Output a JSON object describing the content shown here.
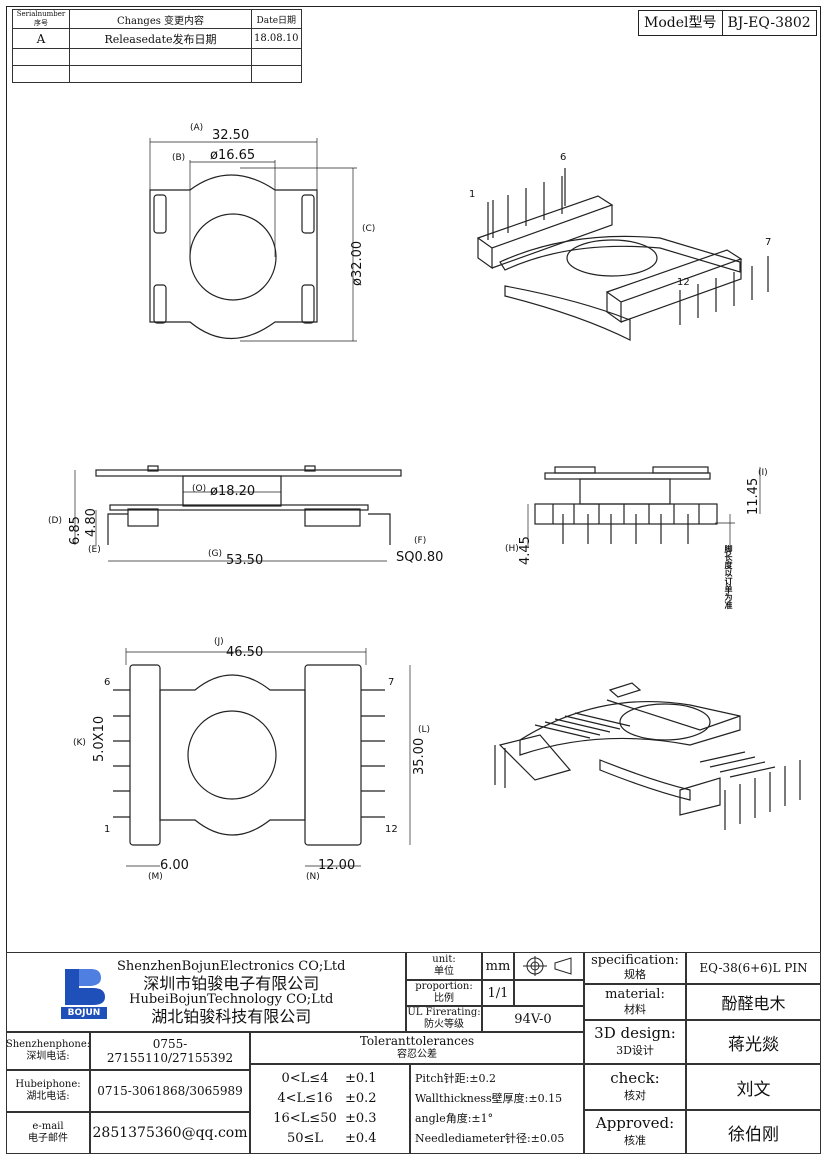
{
  "revision_table": {
    "headers": [
      "Serialnumber序号",
      "Changes 变更内容",
      "Date日期"
    ],
    "rows": [
      [
        "A",
        "Releasedate发布日期",
        "18.08.10"
      ],
      [
        "",
        "",
        ""
      ],
      [
        "",
        "",
        ""
      ]
    ]
  },
  "model": {
    "label": "Model型号",
    "value": "BJ-EQ-3802"
  },
  "top_view": {
    "dim_a_tag": "(A)",
    "dim_a": "32.50",
    "dim_b_tag": "(B)",
    "dim_b": "ø16.65",
    "dim_c_tag": "(C)",
    "dim_c": "ø32.00"
  },
  "iso_view_1": {
    "pin_first": "1",
    "pin_6": "6",
    "pin_7": "7",
    "pin_12": "12"
  },
  "front_view": {
    "dim_o_tag": "(O)",
    "dim_o": "ø18.20",
    "dim_d_tag": "(D)",
    "dim_d": "6.85",
    "dim_e_tag": "(E)",
    "dim_e": "4.80",
    "dim_g_tag": "(G)",
    "dim_g": "53.50",
    "dim_f_tag": "(F)",
    "dim_f": "SQ0.80"
  },
  "side_view": {
    "dim_i_tag": "(I)",
    "dim_i": "11.45",
    "dim_h_tag": "(H)",
    "dim_h": "4.45",
    "note": "脚长度以订单为准"
  },
  "bottom_view": {
    "dim_j_tag": "(J)",
    "dim_j": "46.50",
    "dim_k_tag": "(K)",
    "dim_k": "5.0X10",
    "dim_l_tag": "(L)",
    "dim_l": "35.00",
    "dim_m_tag": "(M)",
    "dim_m": "6.00",
    "dim_n_tag": "(N)",
    "dim_n": "12.00",
    "pin_6": "6",
    "pin_1": "1",
    "pin_7": "7",
    "pin_12": "12"
  },
  "company": {
    "logo_text": "BOJUN",
    "name_en_1": "ShenzhenBojunElectronics CO;Ltd",
    "name_cn_1": "深圳市铂骏电子有限公司",
    "name_en_2": "HubeiBojunTechnology CO;Ltd",
    "name_cn_2": "湖北铂骏科技有限公司"
  },
  "units": {
    "unit_label_en": "unit:",
    "unit_label_cn": "单位",
    "unit_value": "mm",
    "proportion_label_en": "proportion:",
    "proportion_label_cn": "比例",
    "proportion_value": "1/1",
    "ul_label_en": "UL Firerating:",
    "ul_label_cn": "防火等级",
    "ul_value": "94V-0"
  },
  "contacts": [
    {
      "label_en": "Shenzhenphone:",
      "label_cn": "深圳电话:",
      "value": "0755-27155110/27155392"
    },
    {
      "label_en": "Hubeiphone:",
      "label_cn": "湖北电话:",
      "value": "0715-3061868/3065989"
    },
    {
      "label_en": "e-mail",
      "label_cn": "电子邮件",
      "value": "2851375360@qq.com"
    }
  ],
  "tolerances": {
    "title_en": "Toleranttolerances",
    "title_cn": "容忍公差",
    "ranges": [
      [
        "0<L≤4",
        "±0.1"
      ],
      [
        "4<L≤16",
        "±0.2"
      ],
      [
        "16<L≤50",
        "±0.3"
      ],
      [
        "50≤L",
        "±0.4"
      ]
    ],
    "notes": [
      "Pitch针距:±0.2",
      "Wallthickness壁厚度:±0.15",
      "angle角度:±1°",
      "Needlediameter针径:±0.05"
    ]
  },
  "approvals": [
    {
      "label_en": "specification:",
      "label_cn": "规格",
      "value": "EQ-38(6+6)L PIN"
    },
    {
      "label_en": "material:",
      "label_cn": "材料",
      "value": "酚醛电木"
    },
    {
      "label_en": "3D design:",
      "label_cn": "3D设计",
      "value": "蒋光燚"
    },
    {
      "label_en": "check:",
      "label_cn": "核对",
      "value": "刘文"
    },
    {
      "label_en": "Approved:",
      "label_cn": "核准",
      "value": "徐伯刚"
    }
  ],
  "colors": {
    "line": "#222222",
    "logo_blue": "#1f4fb8",
    "logo_light": "#4f7fe0"
  }
}
